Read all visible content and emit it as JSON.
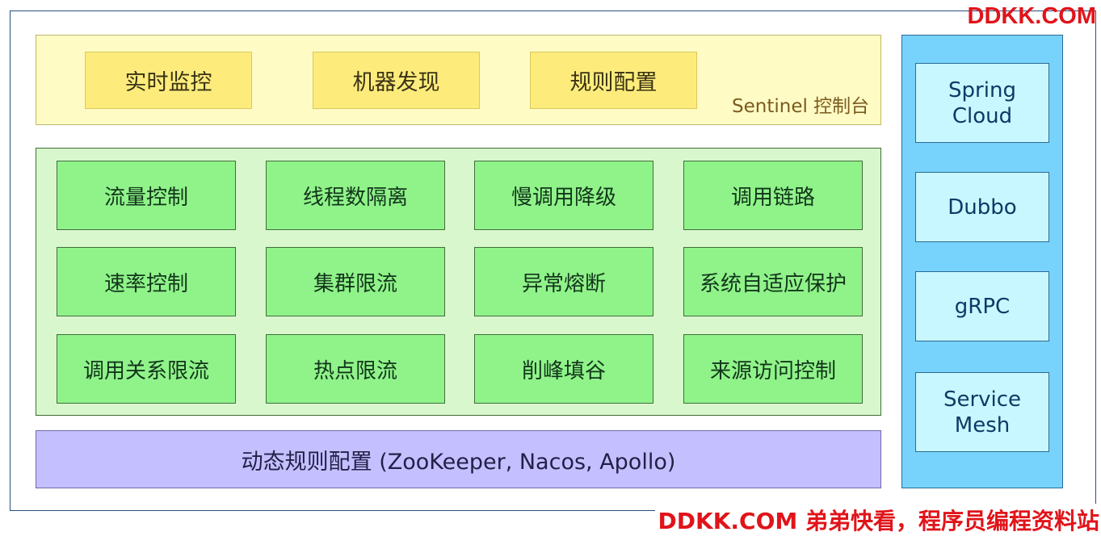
{
  "console": {
    "items": [
      "实时监控",
      "机器发现",
      "规则配置"
    ],
    "label": "Sentinel 控制台",
    "colors": {
      "panel": "#fffbc4",
      "cell": "#fdec7c"
    }
  },
  "features": {
    "rows": [
      [
        "流量控制",
        "线程数隔离",
        "慢调用降级",
        "调用链路"
      ],
      [
        "速率控制",
        "集群限流",
        "异常熔断",
        "系统自适应保护"
      ],
      [
        "调用关系限流",
        "热点限流",
        "削峰填谷",
        "来源访问控制"
      ]
    ],
    "colors": {
      "panel": "#d9f7cc",
      "cell": "#90f38a"
    }
  },
  "dynamic_rules": {
    "label": "动态规则配置 (ZooKeeper, Nacos, Apollo)",
    "color": "#c4c0ff"
  },
  "frameworks": {
    "items": [
      "Spring\nCloud",
      "Dubbo",
      "gRPC",
      "Service\nMesh"
    ],
    "colors": {
      "panel": "#78d3fc",
      "cell": "#c8f7ff"
    }
  },
  "watermarks": {
    "top": "DDKK.COM",
    "bottom": "DDKK.COM 弟弟快看，程序员编程资料站"
  }
}
